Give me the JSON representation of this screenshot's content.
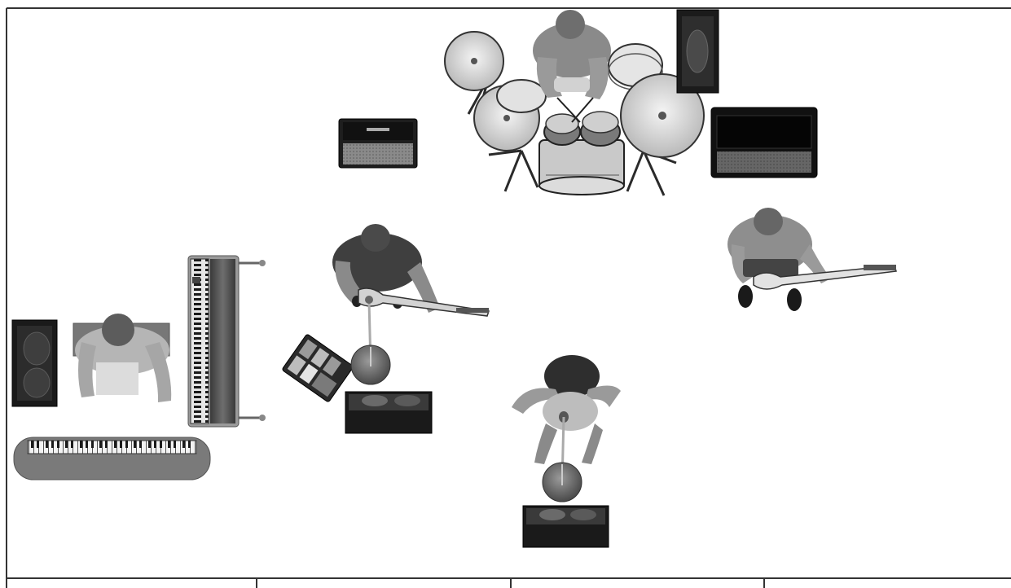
{
  "diagram": {
    "kind": "stage-plot",
    "view": "top-down",
    "palette": [
      "#000000",
      "#1a1a1a",
      "#3a3a3a",
      "#6e6e6e",
      "#9a9a9a",
      "#c8c8c8",
      "#e6e6e6",
      "#ffffff"
    ],
    "elements": [
      {
        "name": "drum-kit-with-drummer",
        "icon": "drum-kit-icon"
      },
      {
        "name": "guitar-amplifier-left",
        "icon": "amplifier-icon"
      },
      {
        "name": "monitor-speaker-top-right",
        "icon": "speaker-icon"
      },
      {
        "name": "bass-amplifier-right",
        "icon": "amplifier-icon"
      },
      {
        "name": "keyboardist",
        "icon": "person-icon"
      },
      {
        "name": "pa-speaker-left",
        "icon": "speaker-icon"
      },
      {
        "name": "organ-keyboard",
        "icon": "keyboard-icon"
      },
      {
        "name": "digital-piano",
        "icon": "keyboard-icon"
      },
      {
        "name": "lead-guitarist",
        "icon": "guitarist-icon"
      },
      {
        "name": "effects-pedalboard",
        "icon": "pedalboard-icon"
      },
      {
        "name": "microphone-stand-guitarist",
        "icon": "microphone-stand-icon"
      },
      {
        "name": "wedge-monitor-center-left",
        "icon": "wedge-monitor-icon"
      },
      {
        "name": "bass-guitarist",
        "icon": "guitarist-icon"
      },
      {
        "name": "lead-singer",
        "icon": "singer-icon"
      },
      {
        "name": "microphone-stand-singer",
        "icon": "microphone-stand-icon"
      },
      {
        "name": "wedge-monitor-front",
        "icon": "wedge-monitor-icon"
      }
    ]
  }
}
